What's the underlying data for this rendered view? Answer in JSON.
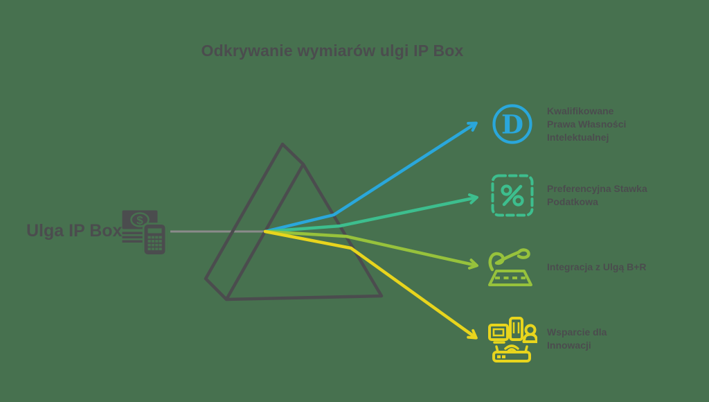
{
  "title": "Odkrywanie wymiarów ulgi IP Box",
  "source": {
    "label": "Ulga IP Box",
    "icon": "money-calculator-icon"
  },
  "prism": {
    "description": "triangular prism splitting a gray input beam into four colored arrows"
  },
  "colors": {
    "background": "#47714F",
    "ink": "#4B4C4E",
    "beam": "#8B8B8B",
    "blue": "#2AA7DB",
    "green": "#3DBE8E",
    "lime": "#97C23C",
    "yellow": "#E8D51D"
  },
  "rows": [
    {
      "id": "kwalifikowane-prawa",
      "icon": "d-circle-icon",
      "icon_glyph": "D",
      "color": "#2AA7DB",
      "lines": [
        "Kwalifikowane",
        "Prawa Własności",
        "Intelektualnej"
      ]
    },
    {
      "id": "preferencyjna-stawka",
      "icon": "percent-dashed-square-icon",
      "color": "#3DBE8E",
      "lines": [
        "Preferencyjna Stawka",
        "Podatkowa"
      ]
    },
    {
      "id": "integracja-br",
      "icon": "plane-ramp-icon",
      "color": "#97C23C",
      "lines": [
        "Integracja z Ulgą B+R"
      ]
    },
    {
      "id": "wsparcie-innowacji",
      "icon": "devices-network-icon",
      "color": "#E8D51D",
      "lines": [
        "Wsparcie dla",
        "Innowacji"
      ]
    }
  ]
}
